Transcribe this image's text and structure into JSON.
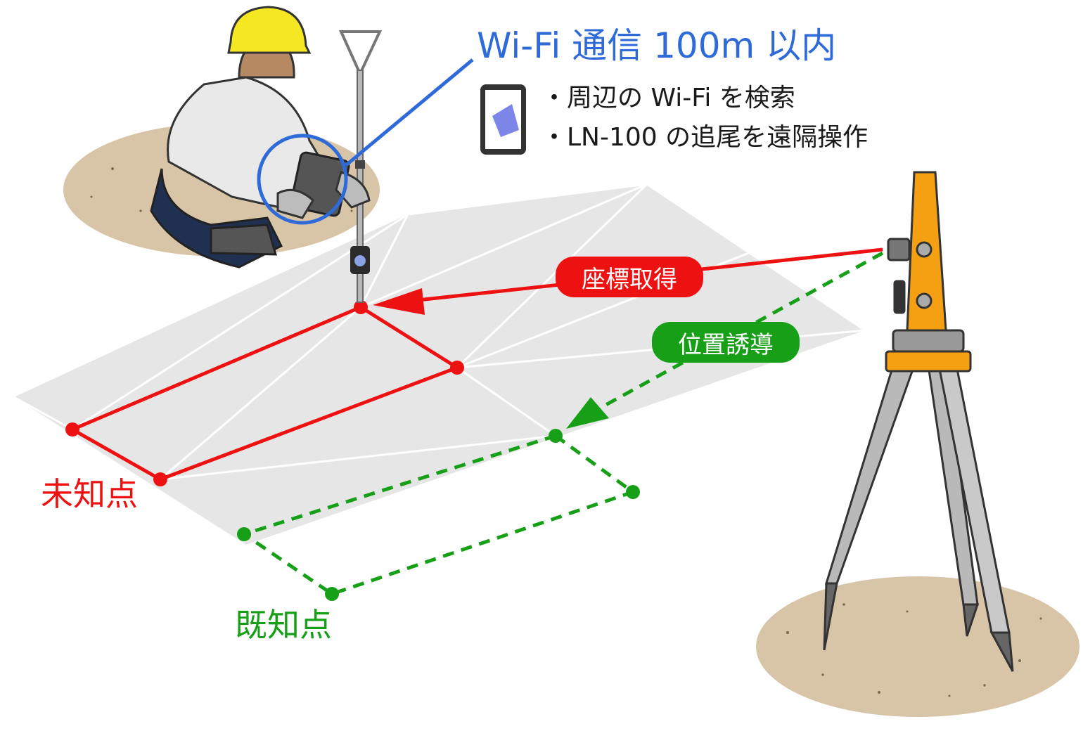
{
  "wifi": {
    "title": "Wi-Fi 通信 100m 以内",
    "bullets": [
      "・周辺の Wi-Fi を検索",
      "・LN-100 の追尾を遠隔操作"
    ],
    "color": "#2f6ad9"
  },
  "arrows": {
    "acquire_label": "座標取得",
    "guide_label": "位置誘導"
  },
  "points": {
    "unknown_label": "未知点",
    "known_label": "既知点"
  },
  "colors": {
    "unknown": "#ee1111",
    "known": "#17a017",
    "ground": "#d8c5a8",
    "surface": "#e6e6e6",
    "instrument": "#f4a012"
  },
  "icons": [
    "worker-figure",
    "prism-pole-icon",
    "tablet-icon",
    "total-station-icon",
    "tripod-icon"
  ]
}
